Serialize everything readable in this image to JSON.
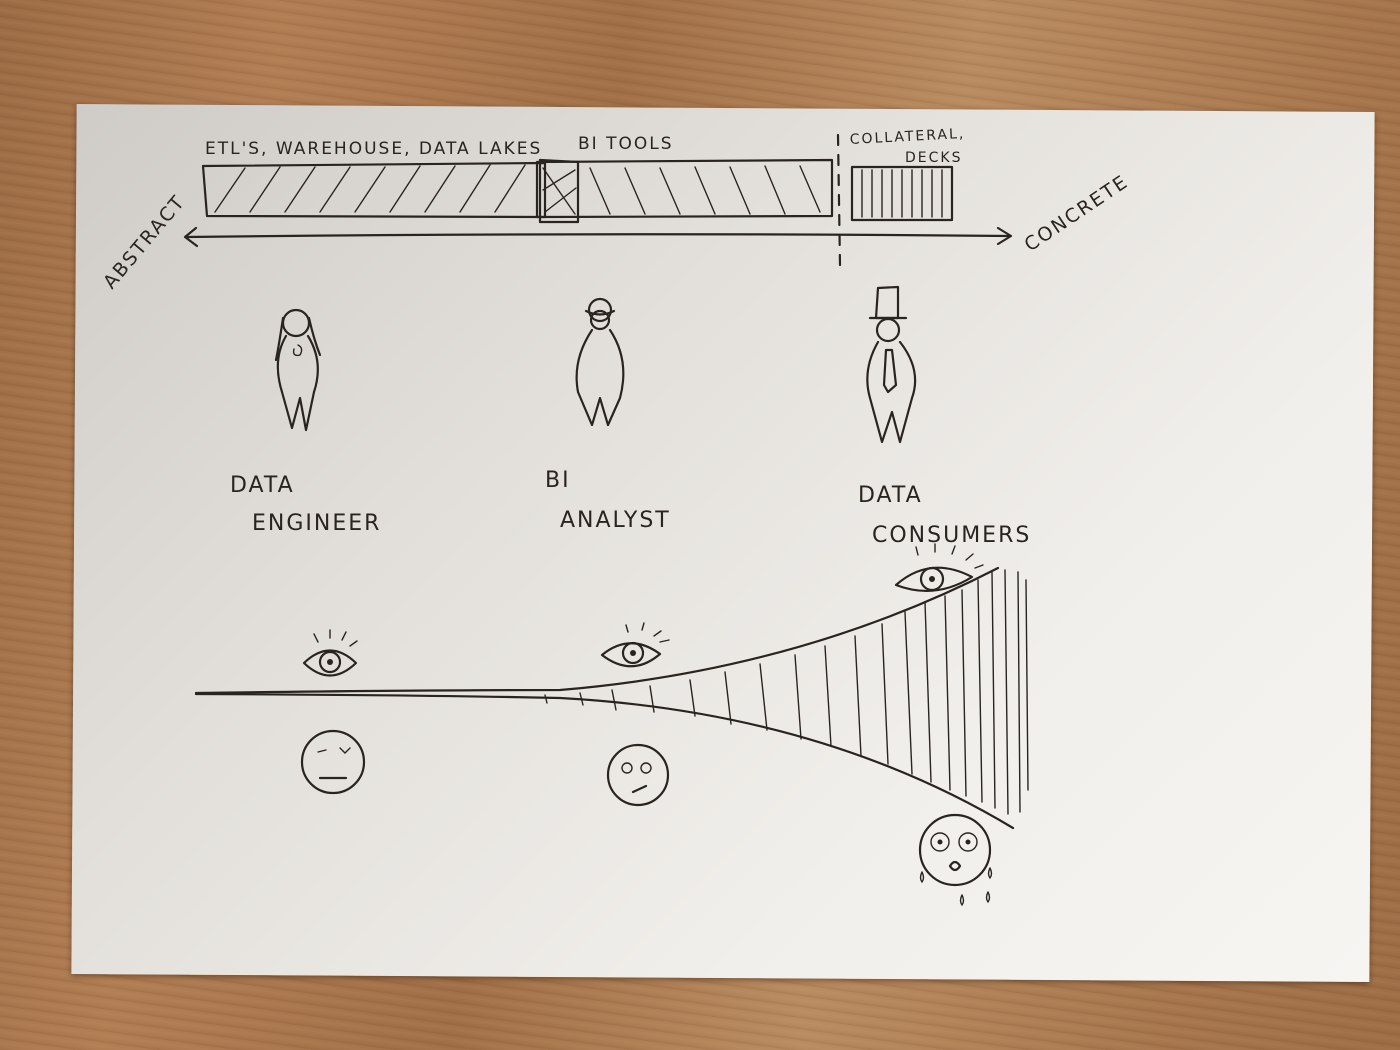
{
  "categories": {
    "etl_label": "ETL'S, WAREHOUSE, DATA LAKES",
    "bi_label": "BI TOOLS",
    "collateral_line1": "COLLATERAL,",
    "collateral_line2": "DECKS"
  },
  "axis": {
    "left_label": "ABSTRACT",
    "right_label": "CONCRETE"
  },
  "personas": [
    {
      "line1": "DATA",
      "line2": "ENGINEER"
    },
    {
      "line1": "BI",
      "line2": "ANALYST"
    },
    {
      "line1": "DATA",
      "line2": "CONSUMERS"
    }
  ]
}
